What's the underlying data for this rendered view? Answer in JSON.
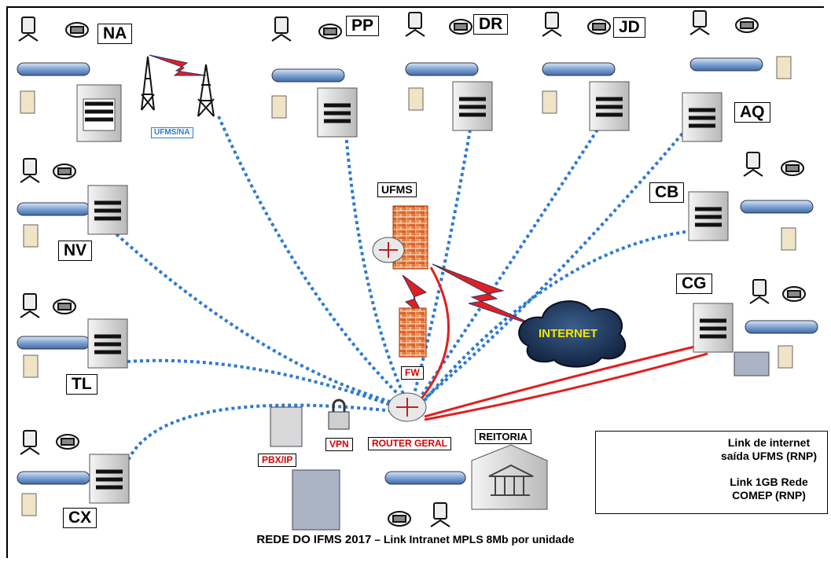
{
  "units": {
    "na": "NA",
    "pp": "PP",
    "dr": "DR",
    "jd": "JD",
    "aq": "AQ",
    "nv": "NV",
    "cb": "CB",
    "cg": "CG",
    "tl": "TL",
    "cx": "CX"
  },
  "nodes": {
    "ufms": "UFMS",
    "ufms_na": "UFMS/NA",
    "fw": "FW",
    "internet": "INTERNET",
    "pbx": "PBX/IP",
    "vpn": "VPN",
    "router": "ROUTER GERAL",
    "reitoria": "REITORIA"
  },
  "legend": {
    "internet_link": "Link de internet\nsaída UFMS (RNP)",
    "comep_link": "Link 1GB Rede\nCOMEP (RNP)"
  },
  "caption": {
    "bold": "REDE DO IFMS 2017",
    "rest": " – Link Intranet MPLS 8Mb por unidade"
  },
  "colors": {
    "mpls_link": "#2e7bd0",
    "comep_link": "#e02020",
    "internet_bolt": "#e02020",
    "backbone": "#6a8fc0"
  }
}
